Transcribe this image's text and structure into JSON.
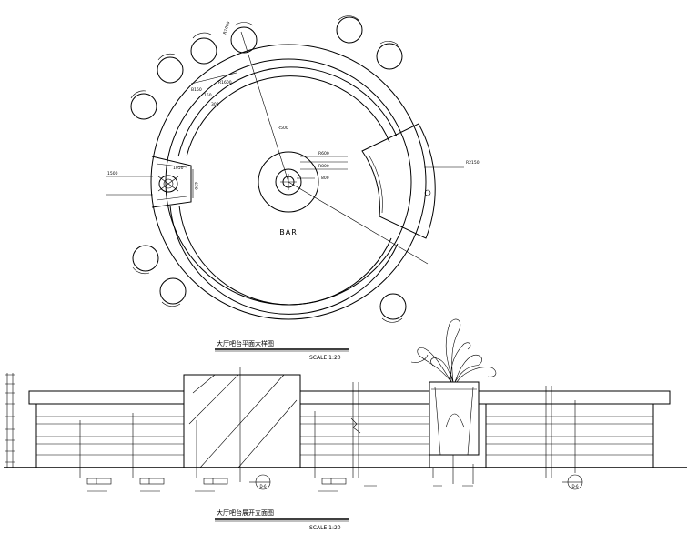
{
  "plan": {
    "bar_label": "BAR",
    "title": "大厅吧台平面大样图",
    "scale": "SCALE 1:20",
    "tiny_labels": [
      "R1000",
      "R1600",
      "B150",
      "150",
      "300",
      "R500",
      "R600",
      "R800",
      "800",
      "1050",
      "1500",
      "450",
      "R2150"
    ]
  },
  "elevation": {
    "title": "大厅吧台展开立面图",
    "scale": "SCALE 1:20",
    "callout_tags": [
      "D-6",
      "D-6"
    ]
  },
  "colors": {
    "line": "#000000",
    "background": "#ffffff"
  }
}
